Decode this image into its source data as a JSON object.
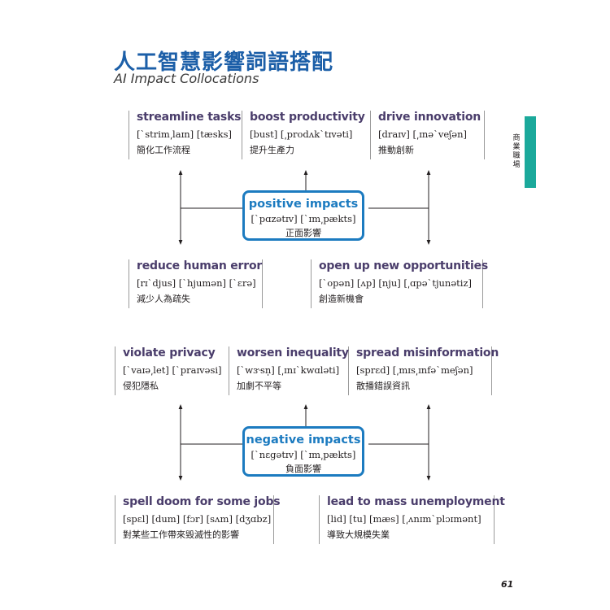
{
  "title_zh": "人工智慧影響詞語搭配",
  "title_en": "AI Impact Collocations",
  "side_label": "商業職場",
  "page_number": "61",
  "accent_color": "#1c7bc0",
  "tab_color": "#1ba99b",
  "positive": {
    "hub": {
      "term": "positive impacts",
      "ipa": "[ˋpɑzətɪv] [ˋɪm͵pækts]",
      "zh": "正面影響"
    },
    "top": [
      {
        "term": "streamline tasks",
        "ipa": "[ˋstrim͵laɪn] [tæsks]",
        "zh": "簡化工作流程"
      },
      {
        "term": "boost productivity",
        "ipa": "[bust] [͵prodʌkˋtɪvəti]",
        "zh": "提升生產力"
      },
      {
        "term": "drive innovation",
        "ipa": "[draɪv] [͵ɪnəˋveʃən]",
        "zh": "推動創新"
      }
    ],
    "bottom": [
      {
        "term": "reduce human error",
        "ipa": "[rɪˋdjus] [ˋhjumən] [ˋɛrə]",
        "zh": "減少人為疏失"
      },
      {
        "term": "open up new opportunities",
        "ipa": "[ˋopən] [ʌp] [nju] [͵ɑpəˋtjunətiz]",
        "zh": "創造新機會"
      }
    ]
  },
  "negative": {
    "hub": {
      "term": "negative impacts",
      "ipa": "[ˋnɛgətɪv] [ˋɪm͵pækts]",
      "zh": "負面影響"
    },
    "top": [
      {
        "term": "violate privacy",
        "ipa": "[ˋvaɪə͵let] [ˋpraɪvəsi]",
        "zh": "侵犯隱私"
      },
      {
        "term": "worsen inequality",
        "ipa": "[ˋwɝsn̩] [͵ɪnɪˋkwɑləti]",
        "zh": "加劇不平等"
      },
      {
        "term": "spread misinformation",
        "ipa": "[sprɛd] [͵mɪs͵ɪnfəˋmeʃən]",
        "zh": "散播錯誤資訊"
      }
    ],
    "bottom": [
      {
        "term": "spell doom for some jobs",
        "ipa": "[spɛl] [dum] [fɔr] [sʌm] [dʒɑbz]",
        "zh": "對某些工作帶來毀滅性的影響"
      },
      {
        "term": "lead to mass unemployment",
        "ipa": "[lid] [tu] [mæs] [͵ʌnɪmˋplɔɪmənt]",
        "zh": "導致大規模失業"
      }
    ]
  }
}
